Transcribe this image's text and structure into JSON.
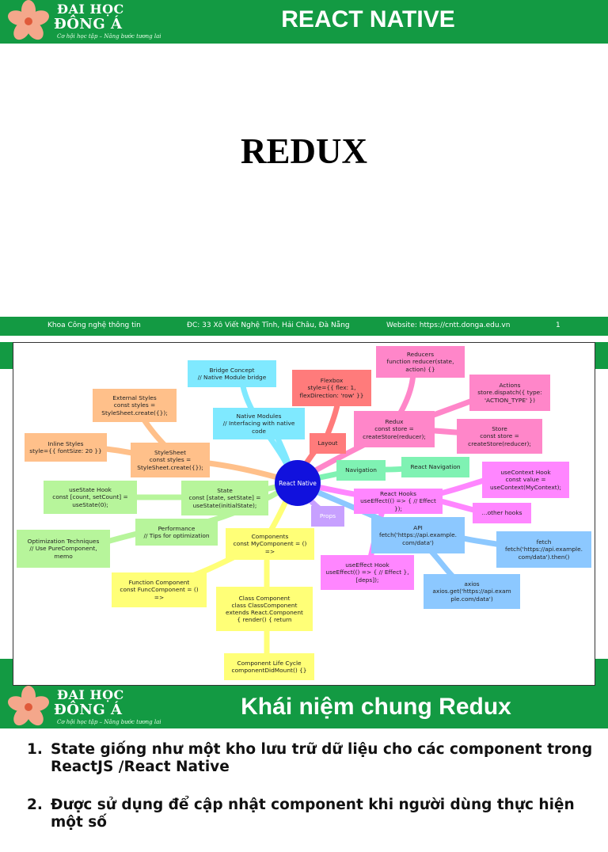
{
  "logo": {
    "line1": "ĐẠI HỌC",
    "line2": "ĐÔNG Á",
    "tagline": "Cơ hội học tập – Nâng bước tương lai"
  },
  "slide1": {
    "header_title": "REACT NATIVE",
    "title": "REDUX",
    "footer": {
      "dept": "Khoa Công nghệ thông tin",
      "address": "ĐC: 33 Xô Viết Nghệ Tĩnh, Hải Châu, Đà Nẵng",
      "website": "Website: https://cntt.donga.edu.vn",
      "page": "1"
    }
  },
  "mindmap": {
    "hub": "React Native",
    "nodes": {
      "bridge": "Bridge Concept\n// Native Module bridge",
      "external_styles": "External Styles\nconst styles =\nStyleSheet.create({});",
      "native_modules": "Native Modules\n// Interfacing with native\ncode",
      "flexbox": "Flexbox\nstyle={{ flex: 1,\nflexDirection: 'row' }}",
      "reducers": "Reducers\nfunction reducer(state,\naction) {}",
      "actions": "Actions\nstore.dispatch({ type:\n'ACTION_TYPE' })",
      "redux": "Redux\nconst store =\ncreateStore(reducer);",
      "store": "Store\nconst store =\ncreateStore(reducer);",
      "inline_styles": "Inline Styles\nstyle={{ fontSize: 20 }}",
      "stylesheet": "StyleSheet\nconst styles =\nStyleSheet.create({});",
      "layout": "Layout",
      "navigation": "Navigation",
      "react_navigation": "React Navigation",
      "use_context": "useContext Hook\nconst value =\nuseContext(MyContext);",
      "use_state": "useState Hook\nconst [count, setCount] =\nuseState(0);",
      "state": "State\nconst [state, setState] =\nuseState(initialState);",
      "react_hooks": "React Hooks\nuseEffect(() => { // Effect });",
      "other_hooks": "...other hooks",
      "props": "Props",
      "performance": "Performance\n// Tips for optimization",
      "optimization": "Optimization Techniques\n// Use PureComponent,\nmemo",
      "components": "Components\nconst MyComponent = ()\n=>",
      "api": "API\nfetch('https://api.example.\ncom/data')",
      "fetch": "fetch\nfetch('https://api.example.\ncom/data').then()",
      "use_effect": "useEffect Hook\nuseEffect(() => { // Effect },\n[deps]);",
      "axios": "axios\naxios.get('https://api.exam\nple.com/data')",
      "function_component": "Function Component\nconst FuncComponent = ()\n=>",
      "class_component": "Class Component\nclass ClassComponent\nextends React.Component\n{ render() { return",
      "lifecycle": "Component Life Cycle\ncomponentDidMount() {}"
    }
  },
  "slide2": {
    "header_title": "Khái niệm chung Redux",
    "items": [
      {
        "num": "1.",
        "text": "State giống như một kho lưu trữ dữ liệu cho các component trong ReactJS /React Native"
      },
      {
        "num": "2.",
        "text": "Được sử dụng để cập nhật component khi người dùng thực hiện một số"
      }
    ]
  },
  "colors": {
    "brand_green": "#139a43",
    "hub_blue": "#1111dd"
  }
}
